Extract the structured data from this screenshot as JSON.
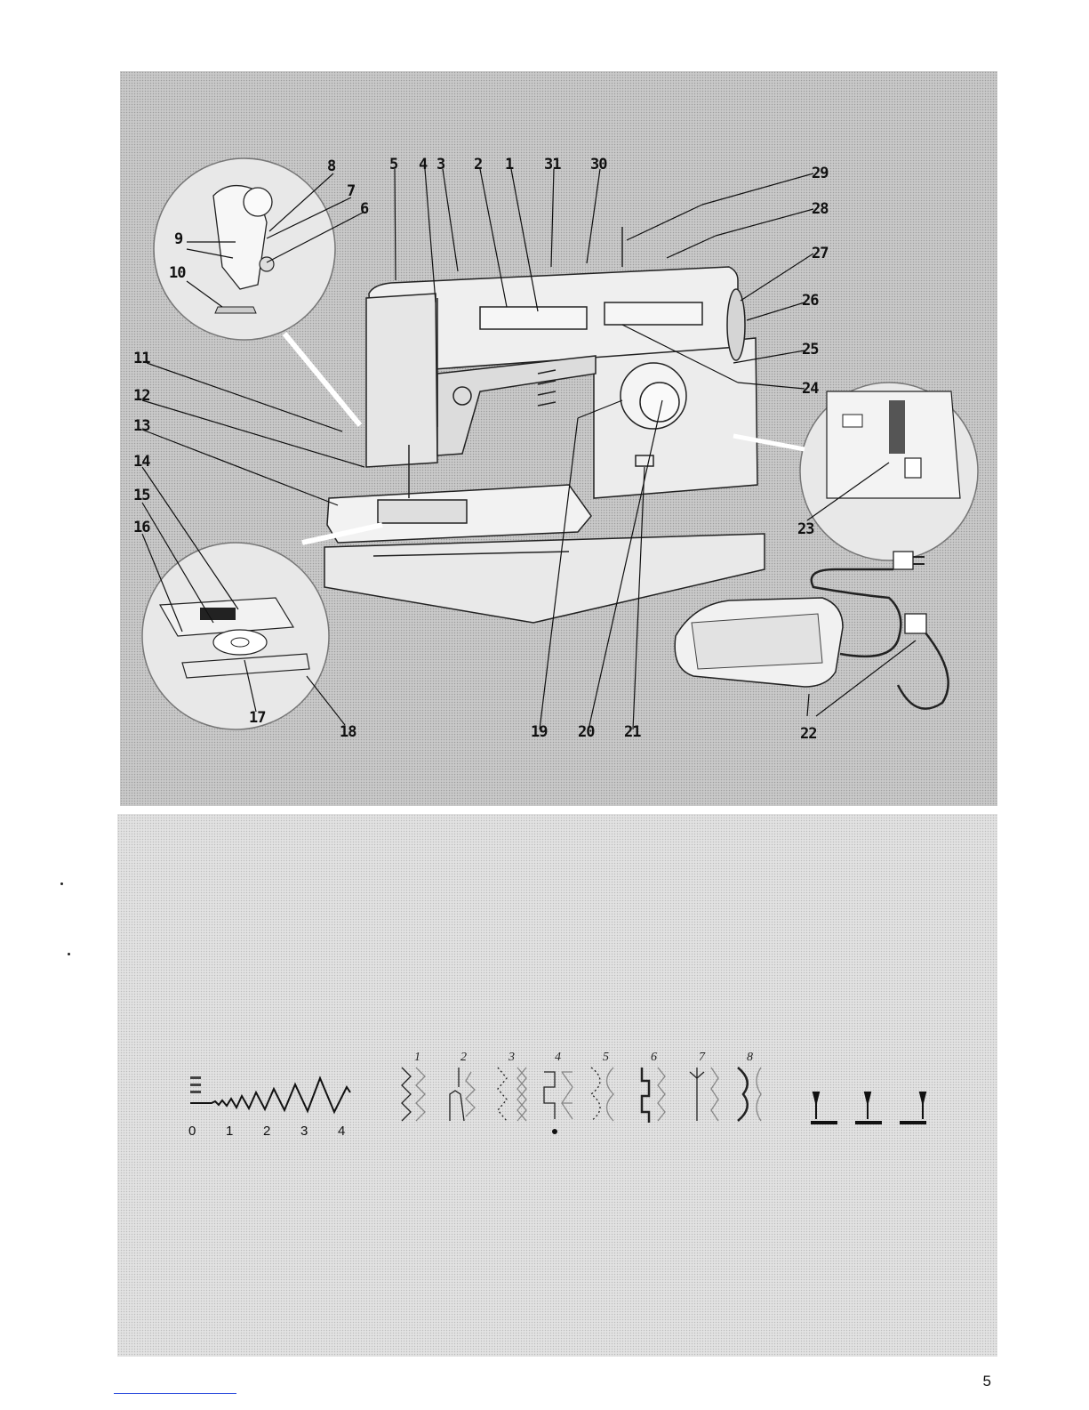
{
  "figure": {
    "callouts": [
      "1",
      "2",
      "3",
      "4",
      "5",
      "6",
      "7",
      "8",
      "9",
      "10",
      "11",
      "12",
      "13",
      "14",
      "15",
      "16",
      "17",
      "18",
      "19",
      "20",
      "21",
      "22",
      "23",
      "24",
      "25",
      "26",
      "27",
      "28",
      "29",
      "30",
      "31"
    ]
  },
  "stitch_width_scale": {
    "labels": [
      "0",
      "1",
      "2",
      "3",
      "4"
    ]
  },
  "stitch_patterns": {
    "labels": [
      "1",
      "2",
      "3",
      "4",
      "5",
      "6",
      "7",
      "8"
    ]
  },
  "page_number": "5"
}
